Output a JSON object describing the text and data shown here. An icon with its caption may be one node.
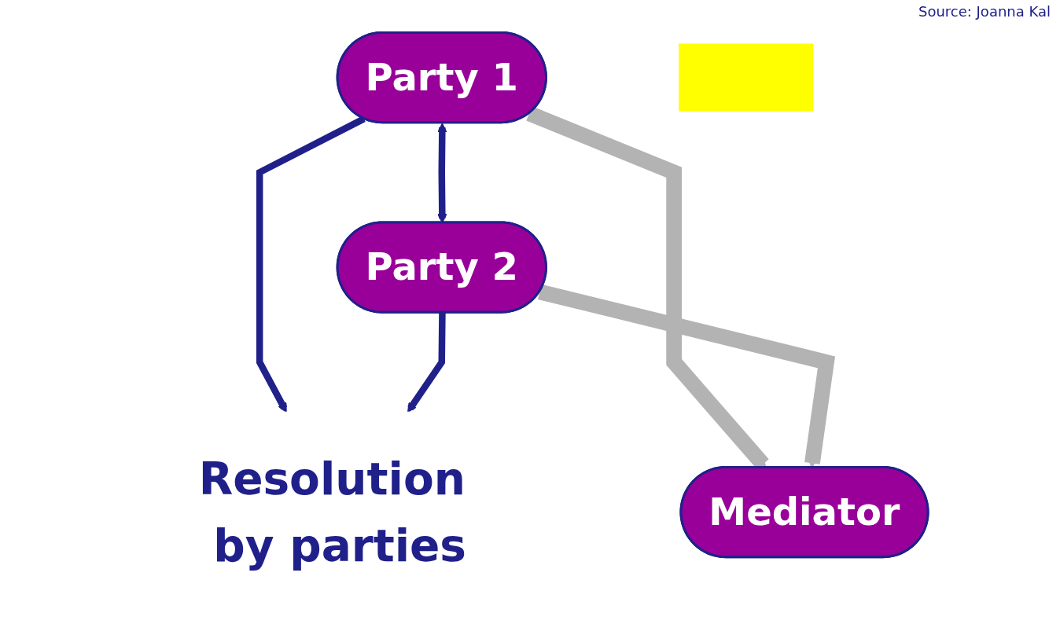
{
  "diagram": {
    "nodes": [
      {
        "text": [
          "Resolution by parties"
        ]
      },
      {
        "text": [
          "Party 1"
        ]
      },
      {
        "text": [
          "Party 2"
        ]
      },
      {
        "text": [
          "Mediator"
        ]
      },
      {
        "text": [],
        "shape": "box"
      }
    ],
    "edges": [
      {
        "from": 1,
        "to": 2,
        "arrow": "both"
      },
      {
        "from": 1,
        "to": 0,
        "arrow": "to"
      },
      {
        "from": 2,
        "to": 0,
        "arrow": "to"
      },
      {
        "from": 1,
        "to": 3,
        "arrow": "to",
        "style": "thick",
        "color": "#b3b3b3"
      },
      {
        "from": 2,
        "to": 3,
        "arrow": "to",
        "style": "thick",
        "color": "#b3b3b3"
      }
    ],
    "labels": [
      "Source: Joanna Kal"
    ]
  }
}
